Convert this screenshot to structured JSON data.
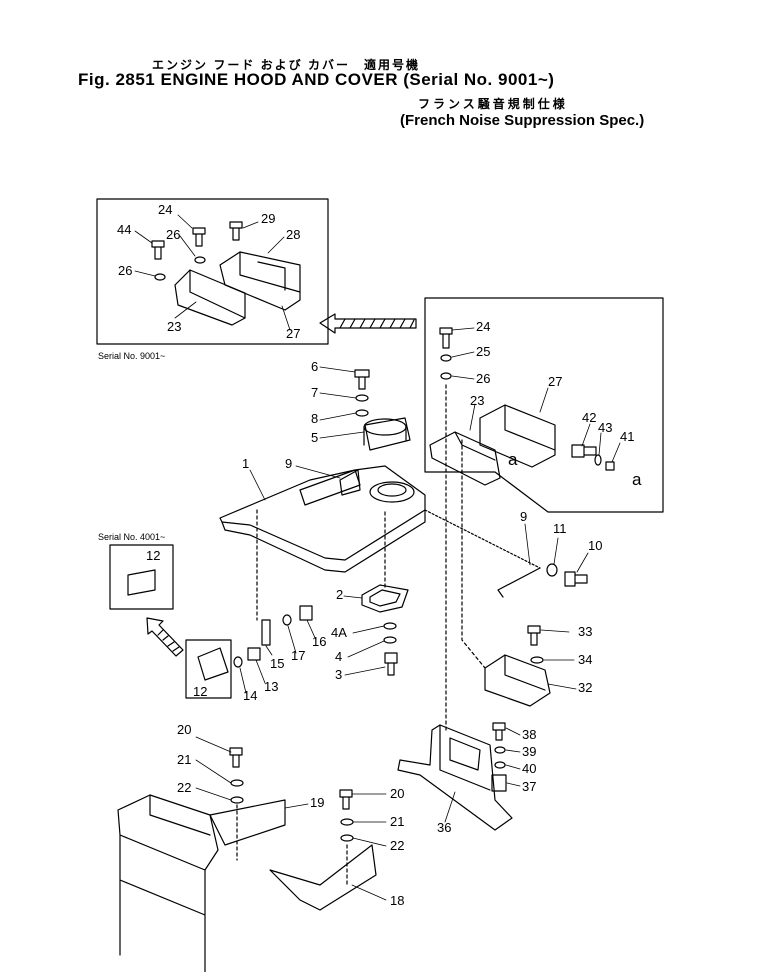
{
  "header": {
    "jp_title": "エンジン フード および カバー　適用号機",
    "title": "Fig. 2851 ENGINE HOOD AND COVER (Serial No. 9001~)",
    "jp_subtitle": "フランス騒音規制仕様",
    "subtitle": "(French Noise Suppression Spec.)"
  },
  "insets": {
    "top_left_serial": "Serial No. 9001~",
    "left_serial": "Serial No. 4001~"
  },
  "callouts": {
    "c1": "1",
    "c2": "2",
    "c3": "3",
    "c4": "4",
    "c4a": "4A",
    "c5": "5",
    "c6": "6",
    "c7": "7",
    "c8": "8",
    "c9a": "9",
    "c9b": "9",
    "c10": "10",
    "c11": "11",
    "c12a": "12",
    "c12b": "12",
    "c13": "13",
    "c14": "14",
    "c15": "15",
    "c16": "16",
    "c17": "17",
    "c18": "18",
    "c19": "19",
    "c20a": "20",
    "c20b": "20",
    "c21a": "21",
    "c21b": "21",
    "c22a": "22",
    "c22b": "22",
    "c23a": "23",
    "c23b": "23",
    "c24a": "24",
    "c24b": "24",
    "c25": "25",
    "c26a": "26",
    "c26b": "26",
    "c26c": "26",
    "c27a": "27",
    "c27b": "27",
    "c28": "28",
    "c29": "29",
    "c32": "32",
    "c33": "33",
    "c34": "34",
    "c36": "36",
    "c37": "37",
    "c38": "38",
    "c39": "39",
    "c40": "40",
    "c41": "41",
    "c42": "42",
    "c43": "43",
    "c44": "44",
    "ca1": "a",
    "ca2": "a"
  }
}
